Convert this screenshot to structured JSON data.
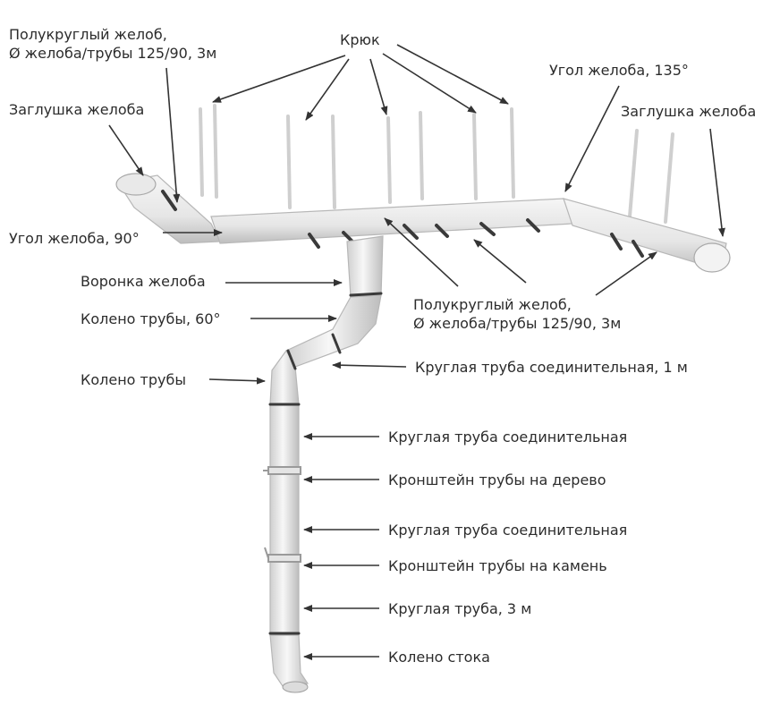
{
  "labels": {
    "gutter_top_left": [
      "Полукруглый желоб,",
      "Ø желоба/трубы 125/90, 3м"
    ],
    "hook": "Крюк",
    "corner_135": "Угол желоба, 135°",
    "end_cap_left": "Заглушка желоба",
    "end_cap_right": "Заглушка желоба",
    "corner_90": "Угол желоба, 90°",
    "funnel": "Воронка желоба",
    "elbow_60": "Колено трубы, 60°",
    "gutter_center": [
      "Полукруглый желоб,",
      "Ø желоба/трубы 125/90, 3м"
    ],
    "pipe_elbow": "Колено трубы",
    "pipe_connector_1m": "Круглая труба соединительная, 1 м",
    "pipe_connector_a": "Круглая труба соединительная",
    "bracket_wood": "Кронштейн трубы на дерево",
    "pipe_connector_b": "Круглая труба соединительная",
    "bracket_stone": "Кронштейн трубы на камень",
    "pipe_3m": "Круглая труба, 3 м",
    "drain_elbow": "Колено стока"
  },
  "colors": {
    "text": "#2c2c2c",
    "arrow": "#333333",
    "pipe_fill": "#ededed",
    "pipe_edge": "#b7b7b7",
    "band": "#3a3a3a",
    "hook": "#cfcfcf"
  }
}
